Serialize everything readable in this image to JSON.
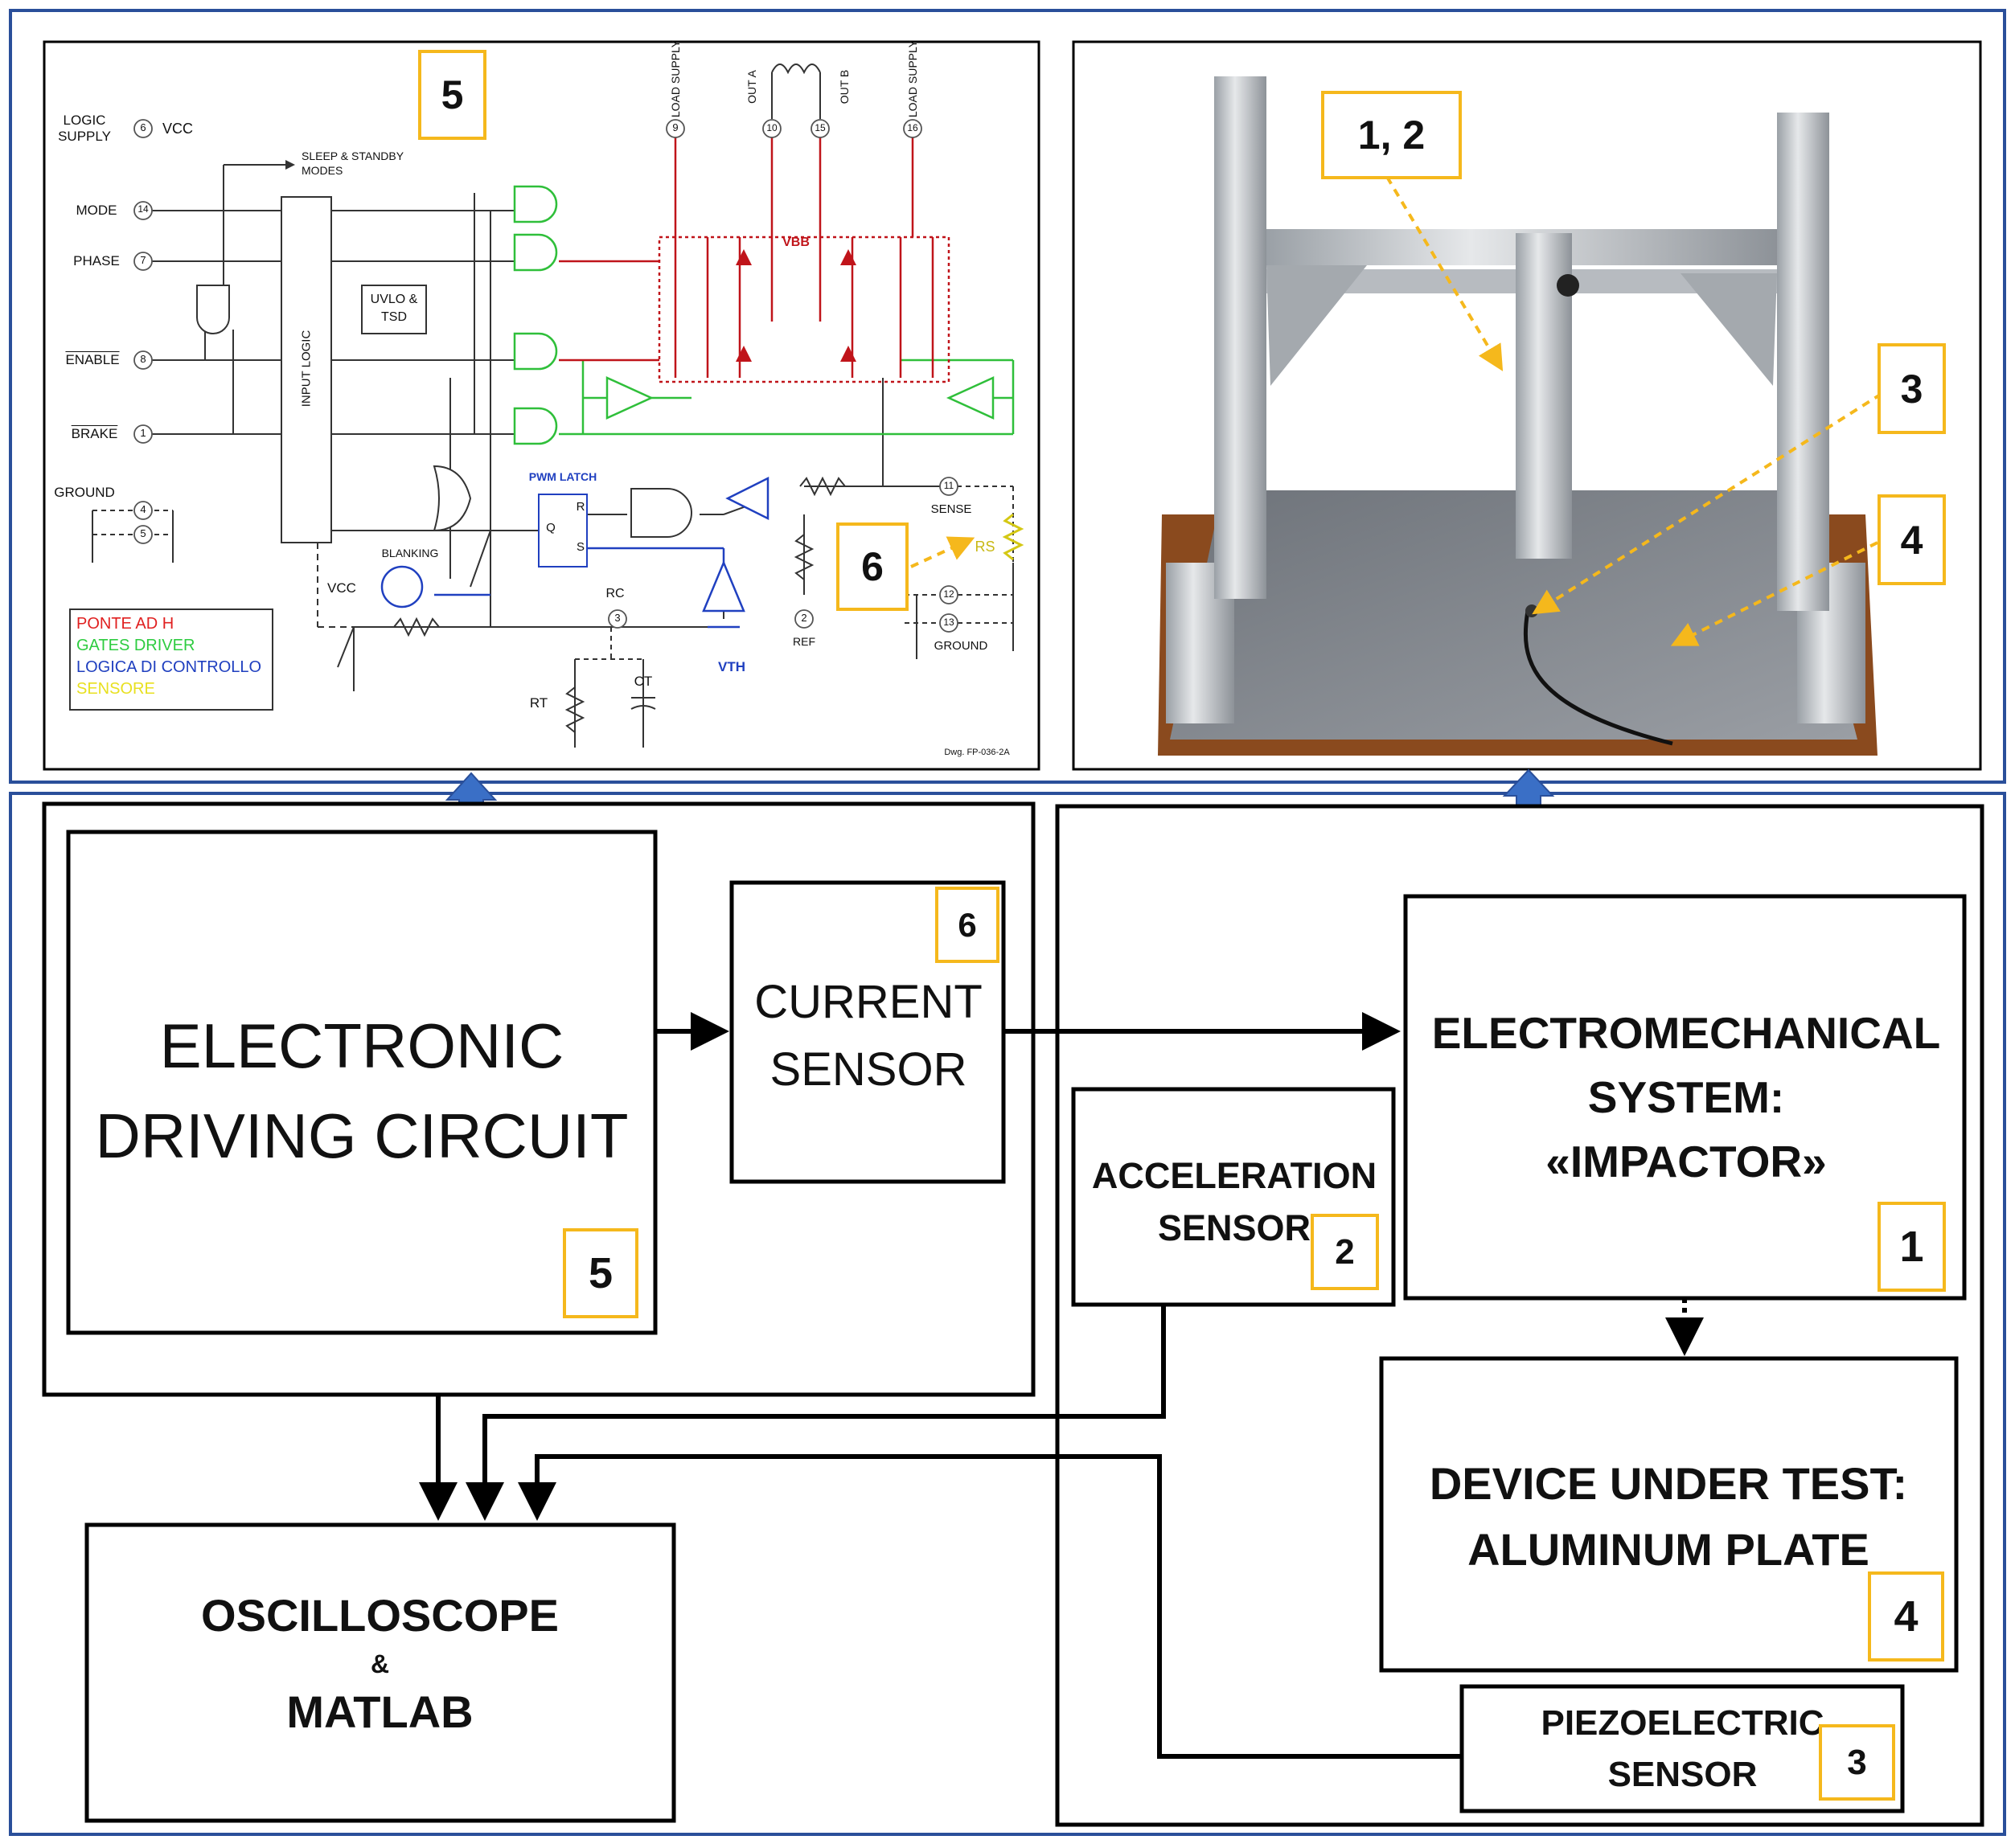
{
  "circuit_panel": {
    "badge": "5",
    "pins": {
      "logic_supply": "LOGIC SUPPLY",
      "vcc": "VCC",
      "mode": "MODE",
      "phase": "PHASE",
      "enable": "ENABLE",
      "brake": "BRAKE",
      "ground": "GROUND",
      "sleep": "SLEEP & STANDBY MODES",
      "uvlo": "UVLO & TSD",
      "input_logic": "INPUT LOGIC",
      "load_supply_1": "LOAD SUPPLY",
      "load_supply_2": "LOAD SUPPLY",
      "out_a": "OUT A",
      "out_b": "OUT B",
      "vbb": "VBB",
      "pwm_latch": "PWM LATCH",
      "blanking": "BLANKING",
      "vcc2": "VCC",
      "rc": "RC",
      "sense": "SENSE",
      "rs": "RS",
      "ref": "REF",
      "vth": "VTH",
      "rt": "RT",
      "ct": "CT",
      "ground2": "GROUND",
      "dwg": "Dwg. FP-036-2A",
      "r": "R",
      "q": "Q",
      "s": "S",
      "pin6": "6",
      "pin14": "14",
      "pin7": "7",
      "pin8": "8",
      "pin1": "1",
      "pin4": "4",
      "pin5": "5",
      "pin9": "9",
      "pin10": "10",
      "pin15": "15",
      "pin16": "16",
      "pin11": "11",
      "pin12": "12",
      "pin13": "13",
      "pin3": "3",
      "pin2": "2"
    },
    "sensor_badge": "6",
    "legend": [
      {
        "text": "PONTE AD H",
        "color": "#e02020"
      },
      {
        "text": "GATES DRIVER",
        "color": "#2ecc40"
      },
      {
        "text": "LOGICA DI CONTROLLO",
        "color": "#1f3fbf"
      },
      {
        "text": "SENSORE",
        "color": "#e8e020"
      }
    ],
    "colors": {
      "h_bridge": "#c0141a",
      "gates": "#2fbf3a",
      "control": "#2040c0",
      "sensor": "#e0d820"
    }
  },
  "photo_panel": {
    "badges": [
      "1, 2",
      "3",
      "4"
    ]
  },
  "blocks": {
    "electronic_driving": {
      "line1": "ELECTRONIC",
      "line2": "DRIVING CIRCUIT",
      "badge": "5"
    },
    "current_sensor": {
      "line1": "CURRENT",
      "line2": "SENSOR",
      "badge": "6"
    },
    "electromechanical": {
      "line1": "ELECTROMECHANICAL",
      "line2": "SYSTEM:",
      "line3": "«IMPACTOR»",
      "badge": "1"
    },
    "acceleration_sensor": {
      "line1": "ACCELERATION",
      "line2": "SENSOR",
      "badge": "2"
    },
    "device_under_test": {
      "line1": "DEVICE UNDER TEST:",
      "line2": "ALUMINUM PLATE",
      "badge": "4"
    },
    "oscilloscope": {
      "line1": "OSCILLOSCOPE",
      "line2": "&",
      "line3": "MATLAB"
    },
    "piezoelectric": {
      "line1": "PIEZOELECTRIC",
      "line2": "SENSOR",
      "badge": "3"
    }
  },
  "colors": {
    "frame": "#2a4f9a",
    "arrow_up": "#3a6fc6",
    "badge_border": "#f5b81c",
    "callout": "#f5b81c"
  }
}
